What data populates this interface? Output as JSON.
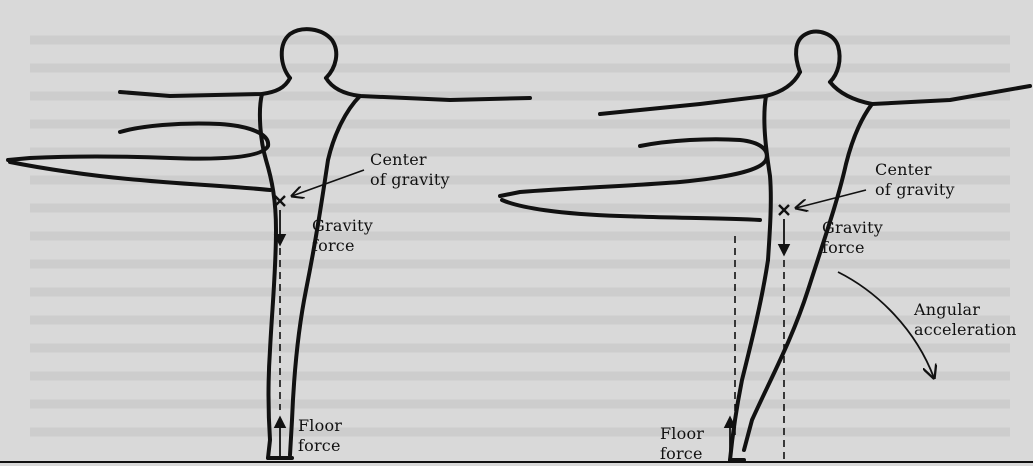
{
  "figure": {
    "left_dancer": {
      "cog_label": "Center\nof gravity",
      "gravity_label": "Gravity\nforce",
      "floor_label": "Floor\nforce"
    },
    "right_dancer": {
      "cog_label": "Center\nof gravity",
      "gravity_label": "Gravity\nforce",
      "floor_label": "Floor\nforce",
      "angular_label": "Angular\nacceleration"
    },
    "colors": {
      "paper": "#d9d9d9",
      "ink": "#111111",
      "bleed_text": "#b8b8b8"
    }
  }
}
